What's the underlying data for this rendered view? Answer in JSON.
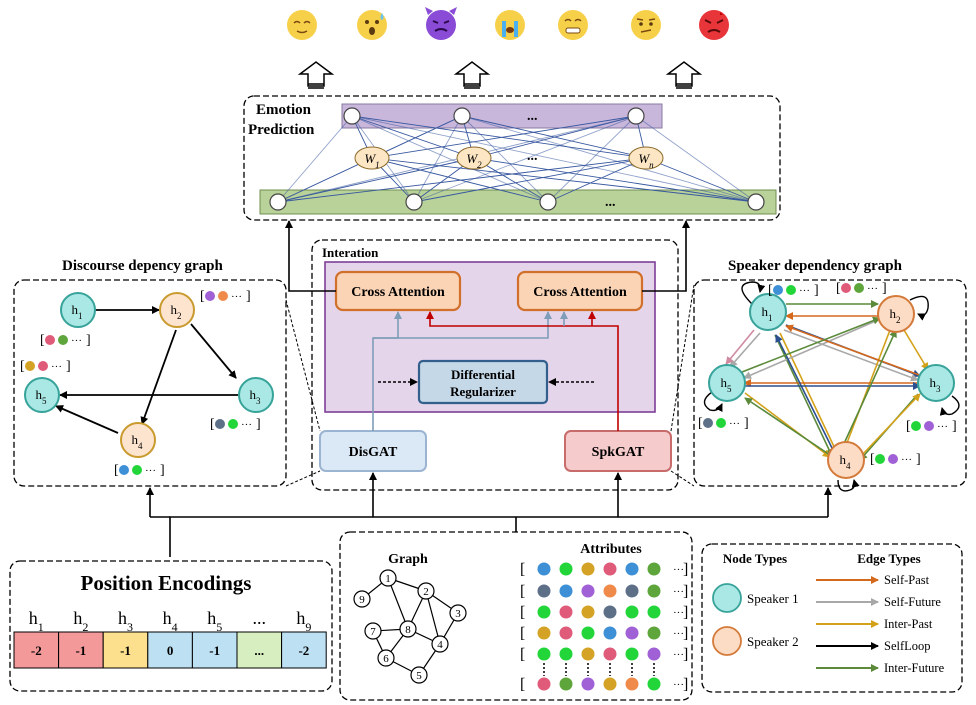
{
  "emotion_prediction": {
    "title_line1": "Emotion",
    "title_line2": "Prediction",
    "dots": "...",
    "weights": [
      {
        "w": "W",
        "sub": "1"
      },
      {
        "w": "W",
        "sub": "2"
      },
      {
        "w": "W",
        "sub": "n"
      }
    ],
    "emojis": [
      "neutral-emoji",
      "surprise-emoji",
      "angry-devil-emoji",
      "sad-crying-emoji",
      "happy-emoji",
      "confused-emoji",
      "anger-emoji"
    ]
  },
  "interaction": {
    "title": "Interation",
    "cross_attention_left": "Cross Attention",
    "cross_attention_right": "Cross Attention",
    "regularizer_line1": "Differential",
    "regularizer_line2": "Regularizer",
    "disgat": "DisGAT",
    "spkgat": "SpkGAT"
  },
  "discourse_graph": {
    "title": "Discourse depency graph",
    "nodes": [
      {
        "h": "h",
        "sub": "1"
      },
      {
        "h": "h",
        "sub": "2"
      },
      {
        "h": "h",
        "sub": "3"
      },
      {
        "h": "h",
        "sub": "4"
      },
      {
        "h": "h",
        "sub": "5"
      }
    ],
    "attr_dots": "···"
  },
  "speaker_graph": {
    "title": "Speaker dependency graph",
    "nodes": [
      {
        "h": "h",
        "sub": "1"
      },
      {
        "h": "h",
        "sub": "2"
      },
      {
        "h": "h",
        "sub": "3"
      },
      {
        "h": "h",
        "sub": "4"
      },
      {
        "h": "h",
        "sub": "5"
      }
    ],
    "attr_dots": "···"
  },
  "position_encodings": {
    "title": "Position Encodings",
    "headers": [
      {
        "h": "h",
        "sub": "1"
      },
      {
        "h": "h",
        "sub": "2"
      },
      {
        "h": "h",
        "sub": "3"
      },
      {
        "h": "h",
        "sub": "4"
      },
      {
        "h": "h",
        "sub": "5"
      },
      {
        "h": "...",
        "sub": ""
      },
      {
        "h": "h",
        "sub": "9"
      }
    ],
    "values": [
      "-2",
      "-1",
      "-1",
      "0",
      "-1",
      "...",
      "-2"
    ],
    "colors": [
      "#f4999a",
      "#f4999a",
      "#fce08e",
      "#bde0f2",
      "#bde0f2",
      "#d7efc0",
      "#bde0f2"
    ]
  },
  "graph_panel": {
    "graph_title": "Graph",
    "attributes_title": "Attributes",
    "node_ids": [
      "1",
      "2",
      "3",
      "4",
      "5",
      "6",
      "7",
      "8",
      "9"
    ],
    "attr_rows": [
      [
        "#3d8fd6",
        "#22d63a",
        "#d4a325",
        "#e05a7a",
        "#3d8fd6",
        "#5ea63c"
      ],
      [
        "#5e7088",
        "#3d8fd6",
        "#a060d6",
        "#f08a4b",
        "#5e7088",
        "#5ea63c"
      ],
      [
        "#22d63a",
        "#e05a7a",
        "#d4a325",
        "#5e7088",
        "#22d63a",
        "#22d63a"
      ],
      [
        "#d4a325",
        "#e05a7a",
        "#22d63a",
        "#3d8fd6",
        "#a060d6",
        "#5ea63c"
      ],
      [
        "#22d63a",
        "#22d63a",
        "#d4a325",
        "#e05a7a",
        "#22d63a",
        "#a060d6"
      ],
      [
        "#e05a7a",
        "#5ea63c",
        "#a060d6",
        "#d4a325",
        "#f08a4b",
        "#22d63a"
      ]
    ]
  },
  "legend": {
    "node_types_title": "Node Types",
    "edge_types_title": "Edge Types",
    "speaker1": "Speaker 1",
    "speaker2": "Speaker 2",
    "edges": [
      {
        "label": "Self-Past",
        "color": "#d4691e"
      },
      {
        "label": "Self-Future",
        "color": "#a8a8a8"
      },
      {
        "label": "Inter-Past",
        "color": "#d4a21a"
      },
      {
        "label": "SelfLoop",
        "color": "#000000"
      },
      {
        "label": "Inter-Future",
        "color": "#5a8a3a"
      }
    ]
  },
  "colors": {
    "speaker1_fill": "#a9e8e4",
    "speaker1_stroke": "#37a39a",
    "speaker2_fill": "#fcdcc4",
    "speaker2_stroke": "#d47a3a",
    "discourse_node2_fill": "#fde4cf",
    "discourse_node2_stroke": "#c99a2e",
    "interaction_fill": "#e5d5ea",
    "interaction_stroke": "#7d3f98",
    "cross_attention_fill": "#fbd3b5",
    "cross_attention_stroke": "#d0702a",
    "regularizer_fill": "#c5d8e8",
    "regularizer_stroke": "#335f8c",
    "disgat_fill": "#dbe8f6",
    "disgat_stroke": "#9bb4d2",
    "spkgat_fill": "#f6cbcb",
    "spkgat_stroke": "#c76b6b",
    "top_layer_fill": "#c8b6db",
    "bottom_layer_fill": "#b9d29a",
    "weight_fill": "#fde6c4"
  }
}
